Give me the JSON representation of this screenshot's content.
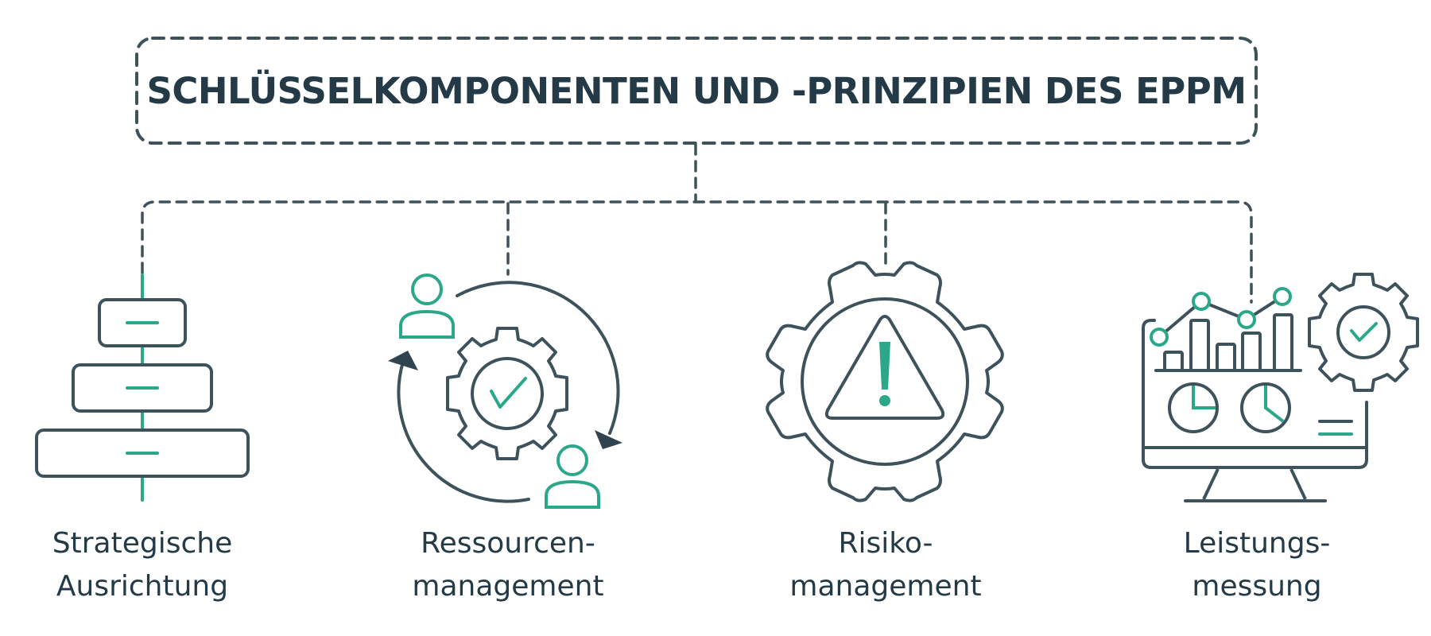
{
  "title": "SCHLÜSSELKOMPONENTEN UND -PRINZIPIEN DES EPPM",
  "colors": {
    "text": "#243B47",
    "stroke": "#3E525C",
    "accent": "#2BA88A",
    "background": "#FFFFFF"
  },
  "components": [
    {
      "id": "strategic-alignment",
      "icon": "stacked-boxes-hierarchy-icon",
      "label_line1": "Strategische",
      "label_line2": "Ausrichtung"
    },
    {
      "id": "resource-management",
      "icon": "gear-cycle-people-icon",
      "label_line1": "Ressourcen-",
      "label_line2": "management"
    },
    {
      "id": "risk-management",
      "icon": "gear-warning-icon",
      "label_line1": "Risiko-",
      "label_line2": "management"
    },
    {
      "id": "performance-measurement",
      "icon": "monitor-chart-gear-icon",
      "label_line1": "Leistungs-",
      "label_line2": "messung"
    }
  ]
}
